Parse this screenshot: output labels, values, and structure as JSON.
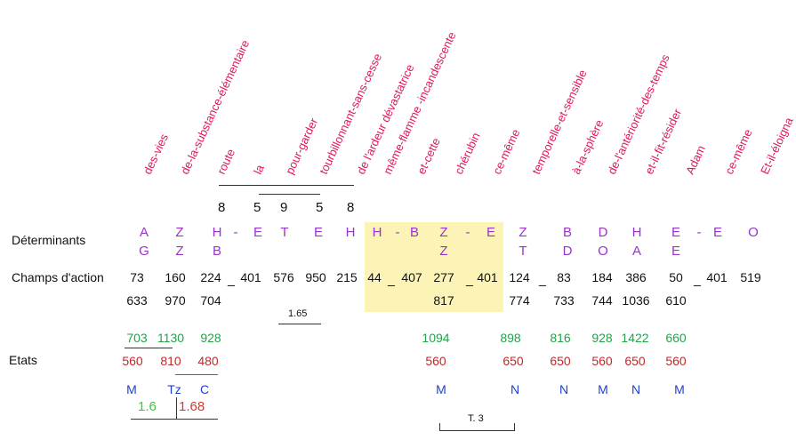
{
  "words": [
    "des-vies",
    "de-la-substance-élémentaire",
    "route",
    "la",
    "pour-garder",
    "tourbillonnant-sans-cesse",
    "de l'ardeur dévastatrice",
    "même-flamme -incandescente",
    "et-cette",
    "chérubin",
    "ce-même",
    "temporelle-et-sensible",
    "à-la-sphère",
    "de-l'antériorité-des-temps",
    "et-il-fit-résider",
    "Adam",
    "ce-même",
    "Et-il-éloigna"
  ],
  "numbers_top": [
    "8",
    "5",
    "9",
    "5",
    "8"
  ],
  "labels": {
    "determinants": "Déterminants",
    "champs": "Champs d'action",
    "etats": "Etats"
  },
  "det_row1": [
    "A",
    "Z",
    "H",
    "-",
    "E",
    "T",
    "E",
    "H",
    "H",
    "-",
    "B",
    "Z",
    "-",
    "E",
    "Z",
    "B",
    "D",
    "H",
    "E",
    "-",
    "E",
    "O"
  ],
  "det_row2": [
    "G",
    "Z",
    "B",
    "Z",
    "T",
    "D",
    "O",
    "A",
    "E"
  ],
  "champs_row1": [
    "73",
    "160",
    "224",
    "_",
    "401",
    "576",
    "950",
    "215",
    "44",
    "_",
    "407",
    "277",
    "_",
    "401",
    "124",
    "_",
    "83",
    "184",
    "386",
    "50",
    "_",
    "401",
    "519"
  ],
  "champs_row2": [
    "633",
    "970",
    "704",
    "817",
    "774",
    "733",
    "744",
    "1036",
    "610"
  ],
  "ratio_mid": "1.65",
  "etats_green": [
    "703",
    "1130",
    "928",
    "1094",
    "898",
    "816",
    "928",
    "1422",
    "660"
  ],
  "etats_red": [
    "560",
    "810",
    "480",
    "560",
    "650",
    "650",
    "560",
    "650",
    "560"
  ],
  "letters_blue": [
    "M",
    "Tz",
    "C",
    "M",
    "N",
    "N",
    "M",
    "N",
    "M"
  ],
  "ratio_green": "1.6",
  "ratio_red": "1.68",
  "table_ref": "T. 3",
  "colors": {
    "words": "#e0185e",
    "det": "#9933cc",
    "green": "#22a34a",
    "red": "#c0282b",
    "blue": "#1f3fcf",
    "highlight": "#fbf4b6"
  }
}
